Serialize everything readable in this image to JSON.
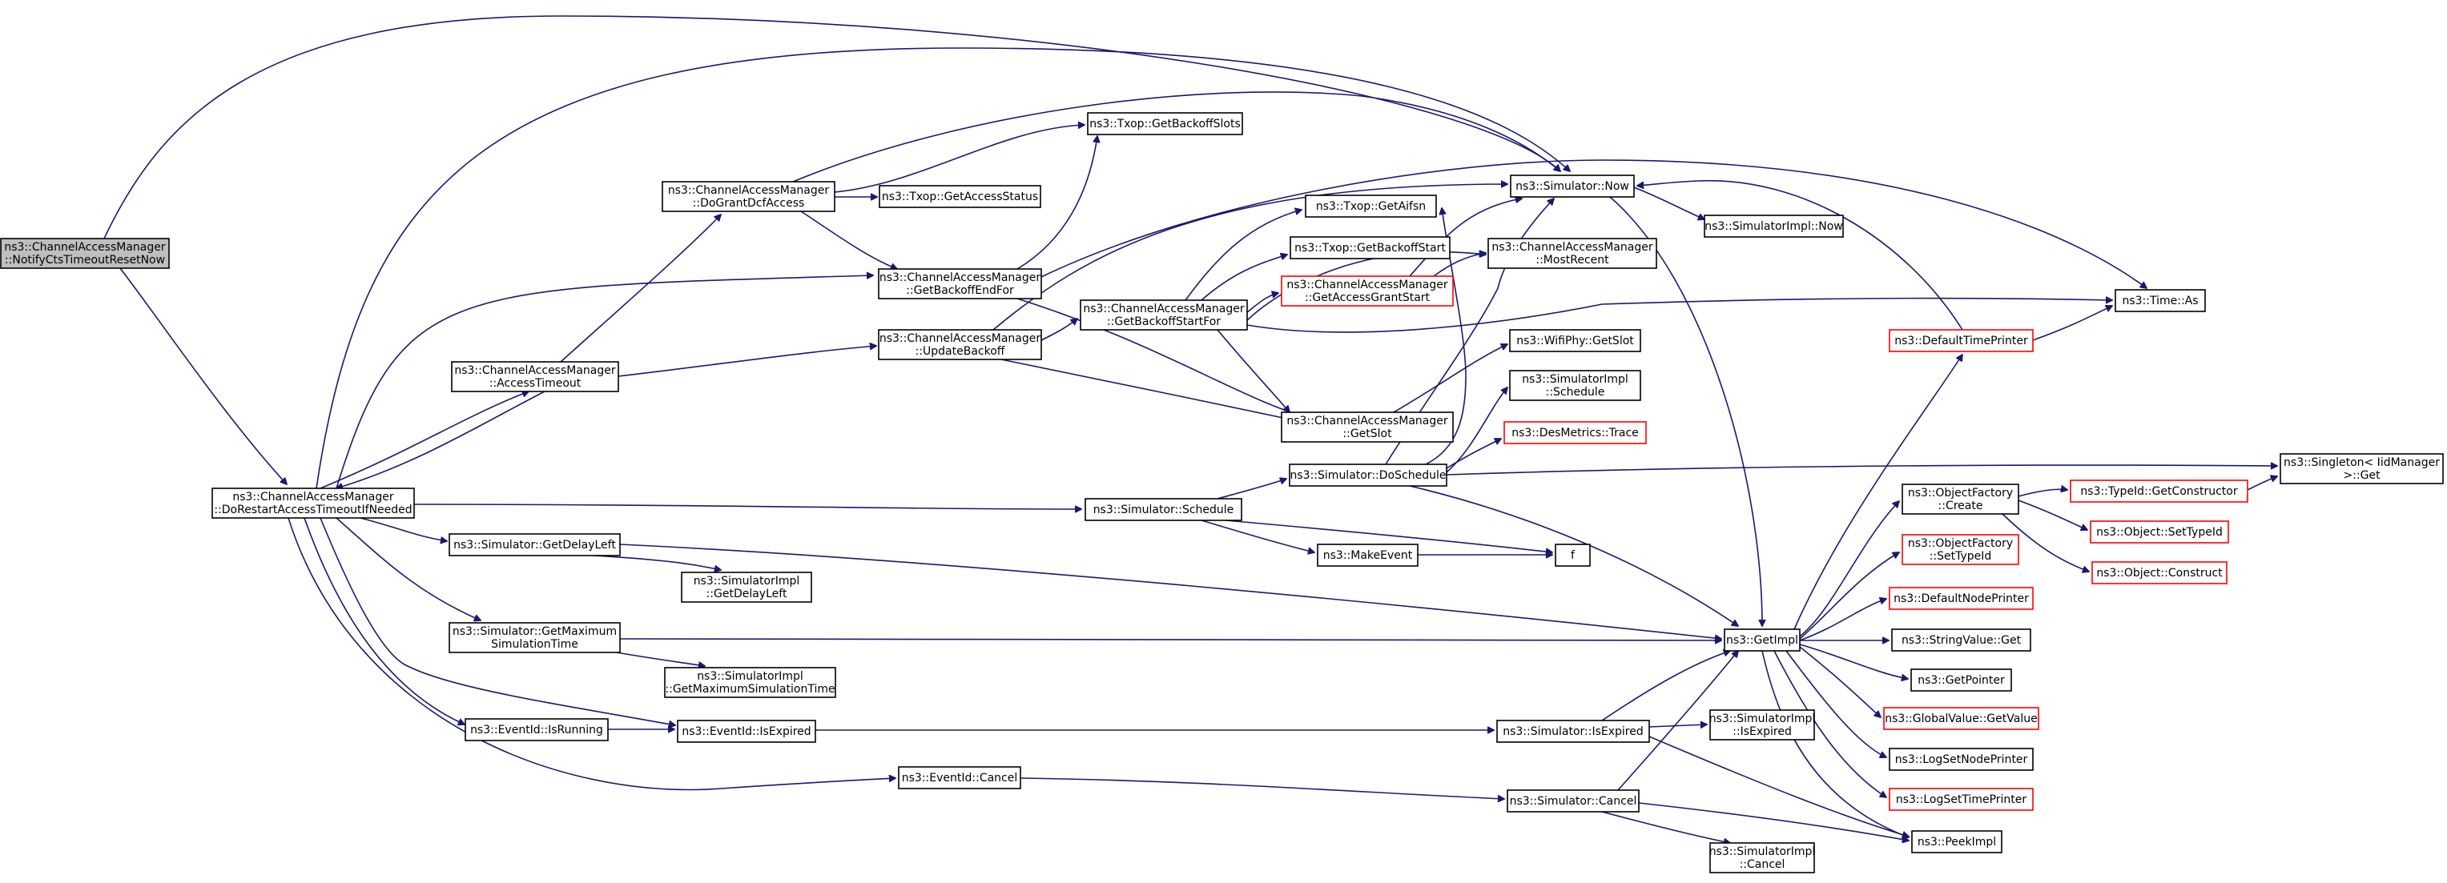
{
  "colors": {
    "edge": "#191970",
    "border": "#000000",
    "broken_link": "#ff0000",
    "current_fill": "#bfbfbf",
    "background": "#ffffff"
  },
  "nodes": [
    {
      "id": "notify",
      "lines": [
        "ns3::ChannelAccessManager",
        "::NotifyCtsTimeoutResetNow"
      ],
      "style": "current"
    },
    {
      "id": "dorestart",
      "lines": [
        "ns3::ChannelAccessManager",
        "::DoRestartAccessTimeoutIfNeeded"
      ],
      "style": "normal"
    },
    {
      "id": "dogrant",
      "lines": [
        "ns3::ChannelAccessManager",
        "::DoGrantDcfAccess"
      ],
      "style": "normal"
    },
    {
      "id": "accesstimeout",
      "lines": [
        "ns3::ChannelAccessManager",
        "::AccessTimeout"
      ],
      "style": "normal"
    },
    {
      "id": "getbackoffendfor",
      "lines": [
        "ns3::ChannelAccessManager",
        "::GetBackoffEndFor"
      ],
      "style": "normal"
    },
    {
      "id": "updatebackoff",
      "lines": [
        "ns3::ChannelAccessManager",
        "::UpdateBackoff"
      ],
      "style": "normal"
    },
    {
      "id": "getbackoffstartfor",
      "lines": [
        "ns3::ChannelAccessManager",
        "::GetBackoffStartFor"
      ],
      "style": "normal"
    },
    {
      "id": "txopslots",
      "lines": [
        "ns3::Txop::GetBackoffSlots"
      ],
      "style": "normal"
    },
    {
      "id": "txopaccess",
      "lines": [
        "ns3::Txop::GetAccessStatus"
      ],
      "style": "normal"
    },
    {
      "id": "txopaifsn",
      "lines": [
        "ns3::Txop::GetAifsn"
      ],
      "style": "normal"
    },
    {
      "id": "txopbackoffstart",
      "lines": [
        "ns3::Txop::GetBackoffStart"
      ],
      "style": "normal"
    },
    {
      "id": "accessgrantstart",
      "lines": [
        "ns3::ChannelAccessManager",
        "::GetAccessGrantStart"
      ],
      "style": "red"
    },
    {
      "id": "mostrecent",
      "lines": [
        "ns3::ChannelAccessManager",
        "::MostRecent"
      ],
      "style": "normal"
    },
    {
      "id": "getslot",
      "lines": [
        "ns3::ChannelAccessManager",
        "::GetSlot"
      ],
      "style": "normal"
    },
    {
      "id": "simnow",
      "lines": [
        "ns3::Simulator::Now"
      ],
      "style": "normal"
    },
    {
      "id": "simimplnow",
      "lines": [
        "ns3::SimulatorImpl::Now"
      ],
      "style": "normal"
    },
    {
      "id": "timeas",
      "lines": [
        "ns3::Time::As"
      ],
      "style": "normal"
    },
    {
      "id": "defaulttimeprinter",
      "lines": [
        "ns3::DefaultTimePrinter"
      ],
      "style": "red"
    },
    {
      "id": "wifiphyslot",
      "lines": [
        "ns3::WifiPhy::GetSlot"
      ],
      "style": "normal"
    },
    {
      "id": "simimplschedule",
      "lines": [
        "ns3::SimulatorImpl",
        "::Schedule"
      ],
      "style": "normal"
    },
    {
      "id": "desmetrics",
      "lines": [
        "ns3::DesMetrics::Trace"
      ],
      "style": "red"
    },
    {
      "id": "doschedule",
      "lines": [
        "ns3::Simulator::DoSchedule"
      ],
      "style": "normal"
    },
    {
      "id": "singleton",
      "lines": [
        "ns3::Singleton< IidManager",
        ">::Get"
      ],
      "style": "normal"
    },
    {
      "id": "simschedule",
      "lines": [
        "ns3::Simulator::Schedule"
      ],
      "style": "normal"
    },
    {
      "id": "makeevent",
      "lines": [
        "ns3::MakeEvent"
      ],
      "style": "normal"
    },
    {
      "id": "f",
      "lines": [
        "f"
      ],
      "style": "normal"
    },
    {
      "id": "getdelayleft",
      "lines": [
        "ns3::Simulator::GetDelayLeft"
      ],
      "style": "normal"
    },
    {
      "id": "simimpldelayleft",
      "lines": [
        "ns3::SimulatorImpl",
        "::GetDelayLeft"
      ],
      "style": "normal"
    },
    {
      "id": "getmaxsimtime",
      "lines": [
        "ns3::Simulator::GetMaximum",
        "SimulationTime"
      ],
      "style": "normal"
    },
    {
      "id": "simimplmaxsimtime",
      "lines": [
        "ns3::SimulatorImpl",
        "::GetMaximumSimulationTime"
      ],
      "style": "normal"
    },
    {
      "id": "getimpl",
      "lines": [
        "ns3::GetImpl"
      ],
      "style": "normal"
    },
    {
      "id": "eventisrunning",
      "lines": [
        "ns3::EventId::IsRunning"
      ],
      "style": "normal"
    },
    {
      "id": "eventisexpired",
      "lines": [
        "ns3::EventId::IsExpired"
      ],
      "style": "normal"
    },
    {
      "id": "simisexpired",
      "lines": [
        "ns3::Simulator::IsExpired"
      ],
      "style": "normal"
    },
    {
      "id": "simimplisexpired",
      "lines": [
        "ns3::SimulatorImpl",
        "::IsExpired"
      ],
      "style": "normal"
    },
    {
      "id": "eventcancel",
      "lines": [
        "ns3::EventId::Cancel"
      ],
      "style": "normal"
    },
    {
      "id": "simcancel",
      "lines": [
        "ns3::Simulator::Cancel"
      ],
      "style": "normal"
    },
    {
      "id": "simimplcancel",
      "lines": [
        "ns3::SimulatorImpl",
        "::Cancel"
      ],
      "style": "normal"
    },
    {
      "id": "peekimpl",
      "lines": [
        "ns3::PeekImpl"
      ],
      "style": "normal"
    },
    {
      "id": "objfactorycreate",
      "lines": [
        "ns3::ObjectFactory",
        "::Create"
      ],
      "style": "normal"
    },
    {
      "id": "objfactorysettypeid",
      "lines": [
        "ns3::ObjectFactory",
        "::SetTypeId"
      ],
      "style": "red"
    },
    {
      "id": "defaultnodeprinter",
      "lines": [
        "ns3::DefaultNodePrinter"
      ],
      "style": "red"
    },
    {
      "id": "stringvalueget",
      "lines": [
        "ns3::StringValue::Get"
      ],
      "style": "normal"
    },
    {
      "id": "getpointer",
      "lines": [
        "ns3::GetPointer"
      ],
      "style": "normal"
    },
    {
      "id": "globalvalue",
      "lines": [
        "ns3::GlobalValue::GetValue"
      ],
      "style": "red"
    },
    {
      "id": "logsetnodeprinter",
      "lines": [
        "ns3::LogSetNodePrinter"
      ],
      "style": "normal"
    },
    {
      "id": "logsettimeprinter",
      "lines": [
        "ns3::LogSetTimePrinter"
      ],
      "style": "red"
    },
    {
      "id": "typeidgetconstructor",
      "lines": [
        "ns3::TypeId::GetConstructor"
      ],
      "style": "red"
    },
    {
      "id": "objectsettypeid",
      "lines": [
        "ns3::Object::SetTypeId"
      ],
      "style": "red"
    },
    {
      "id": "objectconstruct",
      "lines": [
        "ns3::Object::Construct"
      ],
      "style": "red"
    }
  ]
}
